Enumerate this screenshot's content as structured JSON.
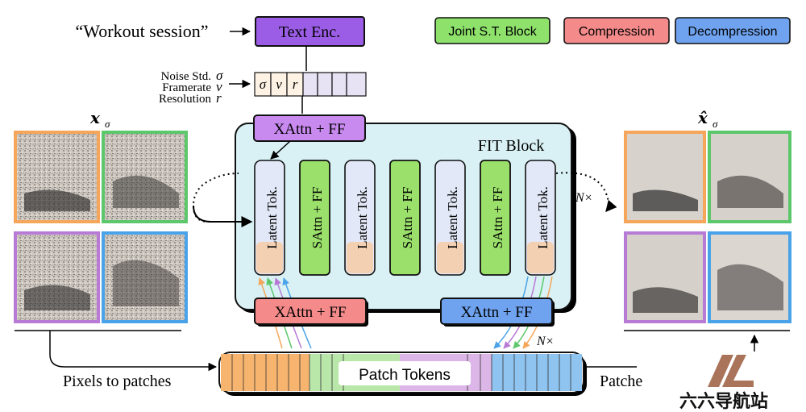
{
  "prompt_text": "“Workout session”",
  "text_encoder_label": "Text Enc.",
  "legend": {
    "joint": "Joint S.T. Block",
    "compression": "Compression",
    "decompression": "Decompression"
  },
  "conditioning": {
    "noise_label": "Noise Std.",
    "noise_symbol": "σ",
    "framerate_label": "Framerate",
    "framerate_symbol": "ν",
    "resolution_label": "Resolution",
    "resolution_symbol": "r"
  },
  "input_label": "𝒙",
  "input_subscript": "σ",
  "output_label": "𝒙̂",
  "output_subscript": "σ",
  "top_xattn_label": "XAttn + FF",
  "fit_block_label": "FIT Block",
  "latent_token_label": "Latent Tok.",
  "sattn_label": "SAttn + FF",
  "repeat_label_top": "N×",
  "compression_block_label": "XAttn + FF",
  "decompression_block_label": "XAttn + FF",
  "repeat_label_bottom": "N×",
  "pixels_to_patches_label": "Pixels to patches",
  "patch_tokens_label": "Patch Tokens",
  "patches_out_label": "Patche",
  "watermark_text": "六六导航站",
  "colors": {
    "text_enc": "#9b5de5",
    "joint": "#8ee26b",
    "compression": "#f48a8a",
    "decompression": "#6fa3ef",
    "fit_bg": "#d9f1f4",
    "orange": "#f5a65b",
    "green": "#5cc76b",
    "purple": "#b77bd6",
    "blue": "#4aa3e8",
    "patch_orange": "#f7b46f",
    "patch_green": "#b9e6a9",
    "patch_purple": "#dbb6e6",
    "patch_blue": "#8fc3f0"
  }
}
